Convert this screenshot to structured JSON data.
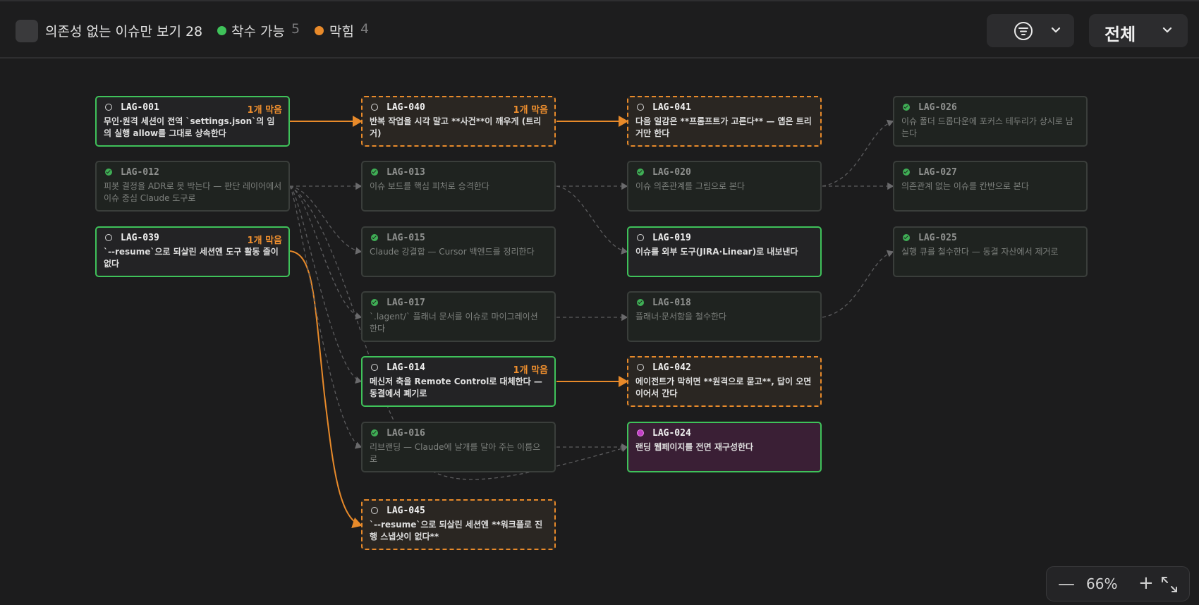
{
  "toolbar": {
    "no_dep_toggle_label": "의존성 없는 이슈만 보기 28",
    "legend": {
      "ready_label": "착수 가능",
      "ready_count": "5",
      "ready_color": "#3fc25a",
      "blocked_label": "막힘",
      "blocked_count": "4",
      "blocked_color": "#e88a2a"
    },
    "filter_icon": "filter-lines-icon",
    "scope_value": "전체"
  },
  "nodes": [
    {
      "key": "LAG-001",
      "id": "LAG-001",
      "state": "open",
      "blocks": "1개 막음",
      "title": "무인·원격 세션이 전역 `settings.json`의 임의 실행 allow를 그대로 상속한다"
    },
    {
      "key": "LAG-012",
      "id": "LAG-012",
      "state": "done",
      "blocks": "",
      "title": "피봇 결정을 ADR로 못 박는다 — 판단 레이어에서 이슈 중심 Claude 도구로"
    },
    {
      "key": "LAG-039",
      "id": "LAG-039",
      "state": "open",
      "blocks": "1개 막음",
      "title": "`--resume`으로 되살린 세션엔 도구 활동 줄이 없다"
    },
    {
      "key": "LAG-040",
      "id": "LAG-040",
      "state": "blocked",
      "blocks": "1개 막음",
      "title": "반복 작업을 시각 말고 **사건**이 깨우게 (트리거)"
    },
    {
      "key": "LAG-013",
      "id": "LAG-013",
      "state": "done",
      "blocks": "",
      "title": "이슈 보드를 핵심 피처로 승격한다"
    },
    {
      "key": "LAG-015",
      "id": "LAG-015",
      "state": "done",
      "blocks": "",
      "title": "Claude 강결합 — Cursor 백엔드를 정리한다"
    },
    {
      "key": "LAG-017",
      "id": "LAG-017",
      "state": "done",
      "blocks": "",
      "title": "`.lagent/` 플래너 문서를 이슈로 마이그레이션 한다"
    },
    {
      "key": "LAG-014",
      "id": "LAG-014",
      "state": "open",
      "blocks": "1개 막음",
      "title": "메신저 축을 Remote Control로 대체한다 — 동결에서 폐기로"
    },
    {
      "key": "LAG-016",
      "id": "LAG-016",
      "state": "done",
      "blocks": "",
      "title": "리브랜딩 — Claude에 날개를 달아 주는 이름으로"
    },
    {
      "key": "LAG-045",
      "id": "LAG-045",
      "state": "blocked",
      "blocks": "",
      "title": "`--resume`으로 되살린 세션엔 **워크플로 진행 스냅샷이 없다**"
    },
    {
      "key": "LAG-041",
      "id": "LAG-041",
      "state": "blocked",
      "blocks": "",
      "title": "다음 일감은 **프롬프트가 고른다** — 앱은 트리거만 한다"
    },
    {
      "key": "LAG-020",
      "id": "LAG-020",
      "state": "done",
      "blocks": "",
      "title": "이슈 의존관계를 그림으로 본다"
    },
    {
      "key": "LAG-019",
      "id": "LAG-019",
      "state": "open",
      "blocks": "",
      "title": "이슈를 외부 도구(JIRA·Linear)로 내보낸다"
    },
    {
      "key": "LAG-018",
      "id": "LAG-018",
      "state": "done",
      "blocks": "",
      "title": "플래너·문서함을 철수한다"
    },
    {
      "key": "LAG-042",
      "id": "LAG-042",
      "state": "blocked",
      "blocks": "",
      "title": "에이전트가 막히면 **원격으로 묻고**, 답이 오면 이어서 간다"
    },
    {
      "key": "LAG-024",
      "id": "LAG-024",
      "state": "review",
      "blocks": "",
      "title": "랜딩 웹페이지를 전면 재구성한다"
    },
    {
      "key": "LAG-026",
      "id": "LAG-026",
      "state": "done",
      "blocks": "",
      "title": "이슈 폴더 드롭다운에 포커스 테두리가 상시로 남는다"
    },
    {
      "key": "LAG-027",
      "id": "LAG-027",
      "state": "done",
      "blocks": "",
      "title": "의존관계 없는 이슈를 칸반으로 본다"
    },
    {
      "key": "LAG-025",
      "id": "LAG-025",
      "state": "done",
      "blocks": "",
      "title": "실행 큐를 철수한다 — 동결 자산에서 제거로"
    }
  ],
  "zoom": {
    "level": "66%",
    "minus": "—",
    "plus": "+"
  }
}
